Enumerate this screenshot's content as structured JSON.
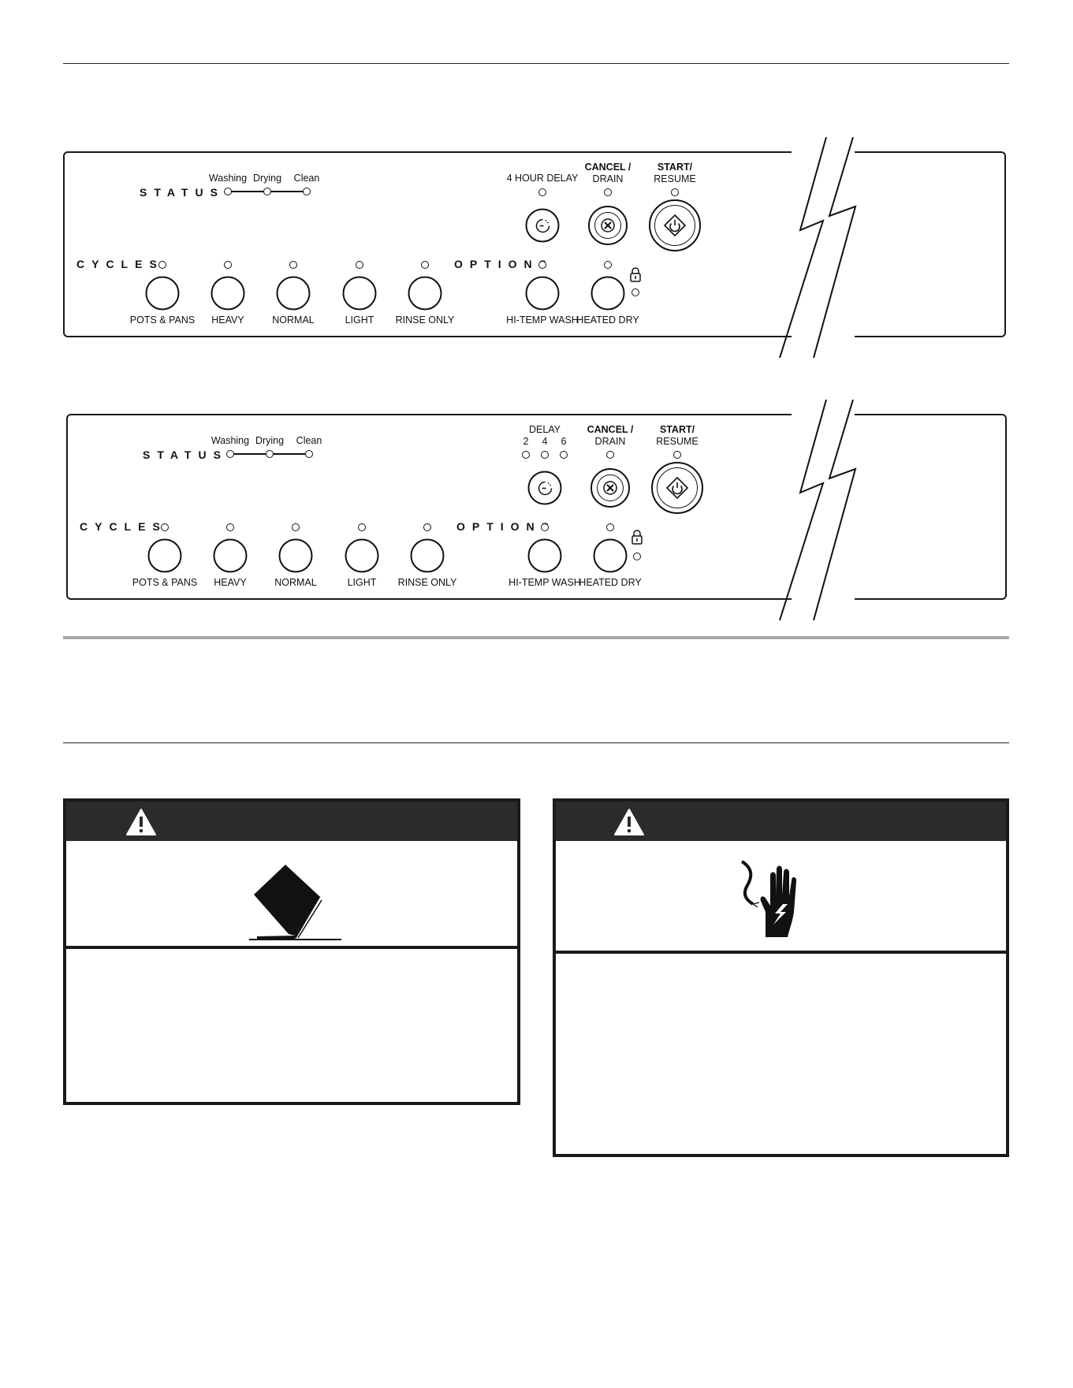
{
  "panels": [
    {
      "status_label": "STATUS",
      "status_items": [
        "Washing",
        "Drying",
        "Clean"
      ],
      "delay_title": "4 HOUR DELAY",
      "delay_options": [],
      "cancel_top": "CANCEL /",
      "cancel_bottom": "DRAIN",
      "start_top": "START/",
      "start_bottom": "RESUME",
      "cycles_label": "CYCLES",
      "cycles": [
        "POTS & PANS",
        "HEAVY",
        "NORMAL",
        "LIGHT",
        "RINSE ONLY"
      ],
      "options_label": "OPTIONS",
      "options": [
        "HI-TEMP WASH",
        "HEATED DRY"
      ]
    },
    {
      "status_label": "STATUS",
      "status_items": [
        "Washing",
        "Drying",
        "Clean"
      ],
      "delay_title": "DELAY",
      "delay_options": [
        "2",
        "4",
        "6"
      ],
      "cancel_top": "CANCEL /",
      "cancel_bottom": "DRAIN",
      "start_top": "START/",
      "start_bottom": "RESUME",
      "cycles_label": "CYCLES",
      "cycles": [
        "POTS & PANS",
        "HEAVY",
        "NORMAL",
        "LIGHT",
        "RINSE ONLY"
      ],
      "options_label": "OPTIONS",
      "options": [
        "HI-TEMP WASH",
        "HEATED DRY"
      ]
    }
  ],
  "warnings": [
    {
      "icon": "tip-over-hazard-icon"
    },
    {
      "icon": "electrical-shock-hazard-icon"
    }
  ],
  "colors": {
    "ink": "#111111",
    "rule_gray": "#a9a9a9",
    "warning_header": "#2b2b2b"
  }
}
